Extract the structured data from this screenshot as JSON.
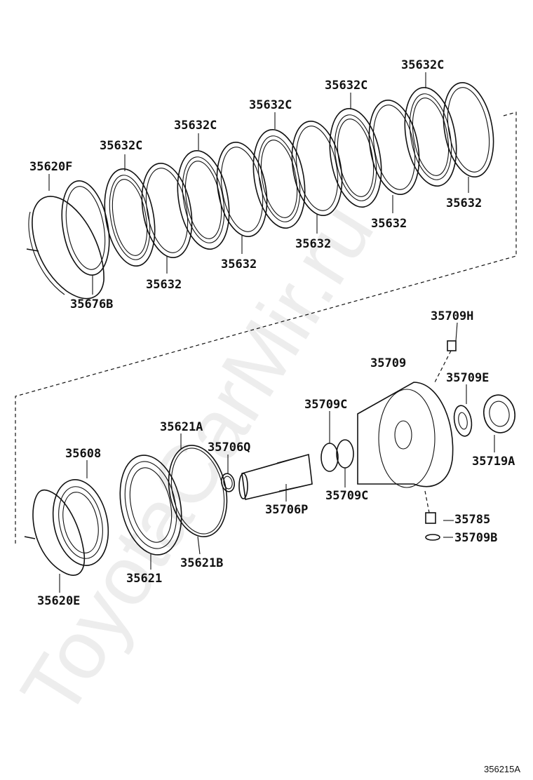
{
  "watermark": "ToyotaCarMir.ru",
  "reference": "356215A",
  "labels": {
    "p35632C_1": "35632C",
    "p35632C_2": "35632C",
    "p35632C_3": "35632C",
    "p35632C_4": "35632C",
    "p35632C_5": "35632C",
    "p35620F": "35620F",
    "p35676B": "35676B",
    "p35632_1": "35632",
    "p35632_2": "35632",
    "p35632_3": "35632",
    "p35632_4": "35632",
    "p35632_5": "35632",
    "p35709H": "35709H",
    "p35709": "35709",
    "p35709E": "35709E",
    "p35709C_top": "35709C",
    "p35621A": "35621A",
    "p35706Q": "35706Q",
    "p35608": "35608",
    "p35719A": "35719A",
    "p35709C_bot": "35709C",
    "p35706P": "35706P",
    "p35785": "35785",
    "p35709B": "35709B",
    "p35621B": "35621B",
    "p35621": "35621",
    "p35620E": "35620E"
  }
}
